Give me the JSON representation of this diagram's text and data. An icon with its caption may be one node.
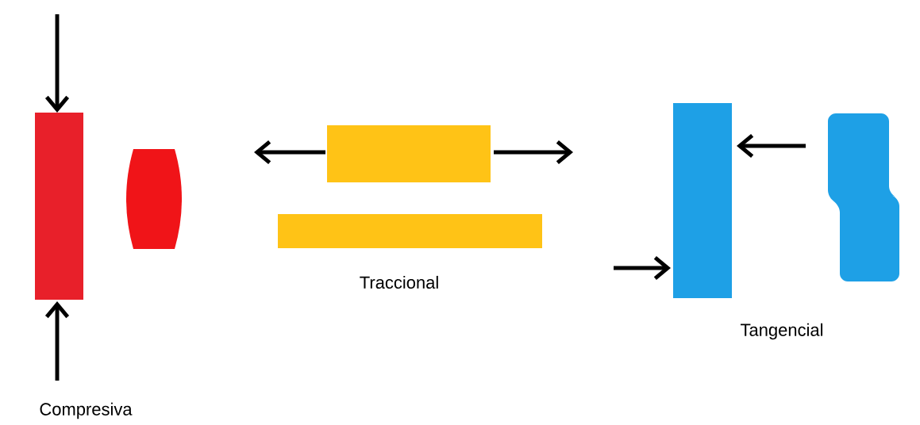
{
  "diagram": {
    "labels": [
      "Compresiva",
      "Traccional",
      "Tangencial"
    ]
  }
}
